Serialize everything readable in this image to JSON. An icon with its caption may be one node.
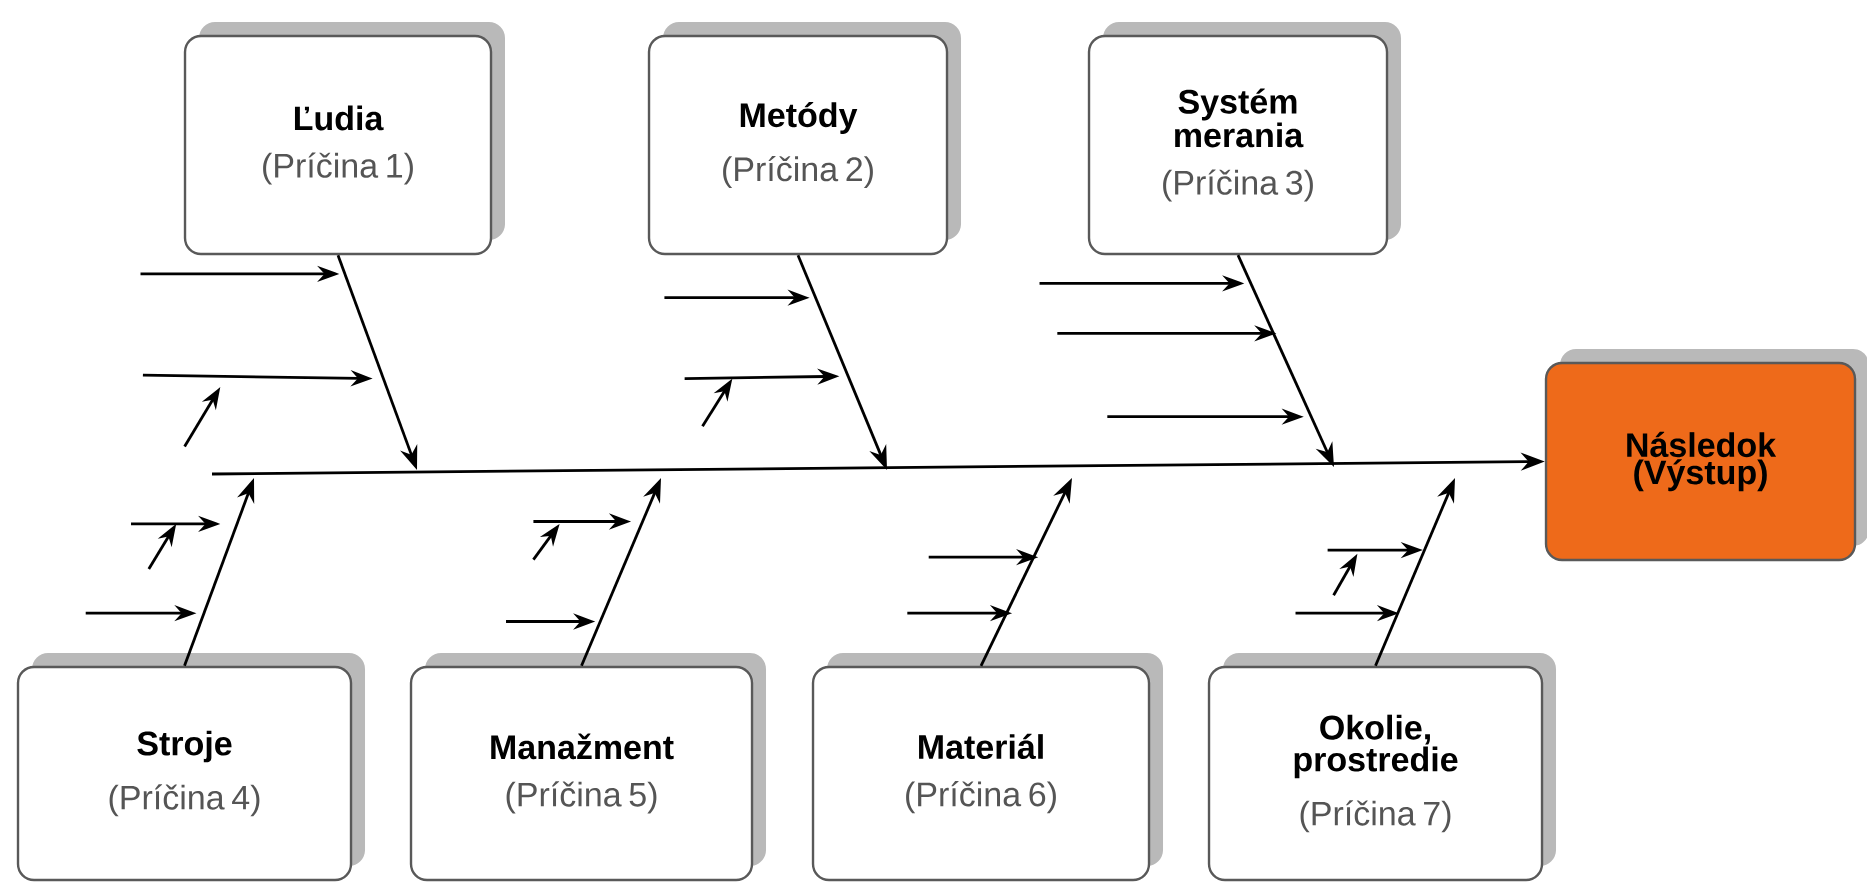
{
  "diagram": {
    "nodes": [
      {
        "text": [
          "Ľudia",
          "(Príčina 1)"
        ]
      },
      {
        "text": [
          "Metódy",
          "(Príčina 2)"
        ]
      },
      {
        "text": [
          "Systém merania",
          "(Príčina 3)"
        ]
      },
      {
        "text": [
          "Následok (Výstup)"
        ]
      },
      {
        "text": [
          "Stroje",
          "(Príčina 4)"
        ]
      },
      {
        "text": [
          "Manažment",
          "(Príčina 5)"
        ]
      },
      {
        "text": [
          "Materiál",
          "(Príčina 6)"
        ]
      },
      {
        "text": [
          "Okolie, prostredie",
          "(Príčina 7)"
        ]
      }
    ],
    "edges": [
      {
        "from": 0,
        "to": null,
        "arrow": "to"
      },
      {
        "from": 1,
        "to": null,
        "arrow": "to"
      },
      {
        "from": 2,
        "to": null,
        "arrow": "to"
      },
      {
        "from": 4,
        "to": null,
        "arrow": "to"
      },
      {
        "from": 5,
        "to": null,
        "arrow": "to"
      },
      {
        "from": 6,
        "to": null,
        "arrow": "to"
      },
      {
        "from": 7,
        "to": null,
        "arrow": "to"
      },
      {
        "from": null,
        "to": 3,
        "arrow": "to"
      }
    ]
  }
}
